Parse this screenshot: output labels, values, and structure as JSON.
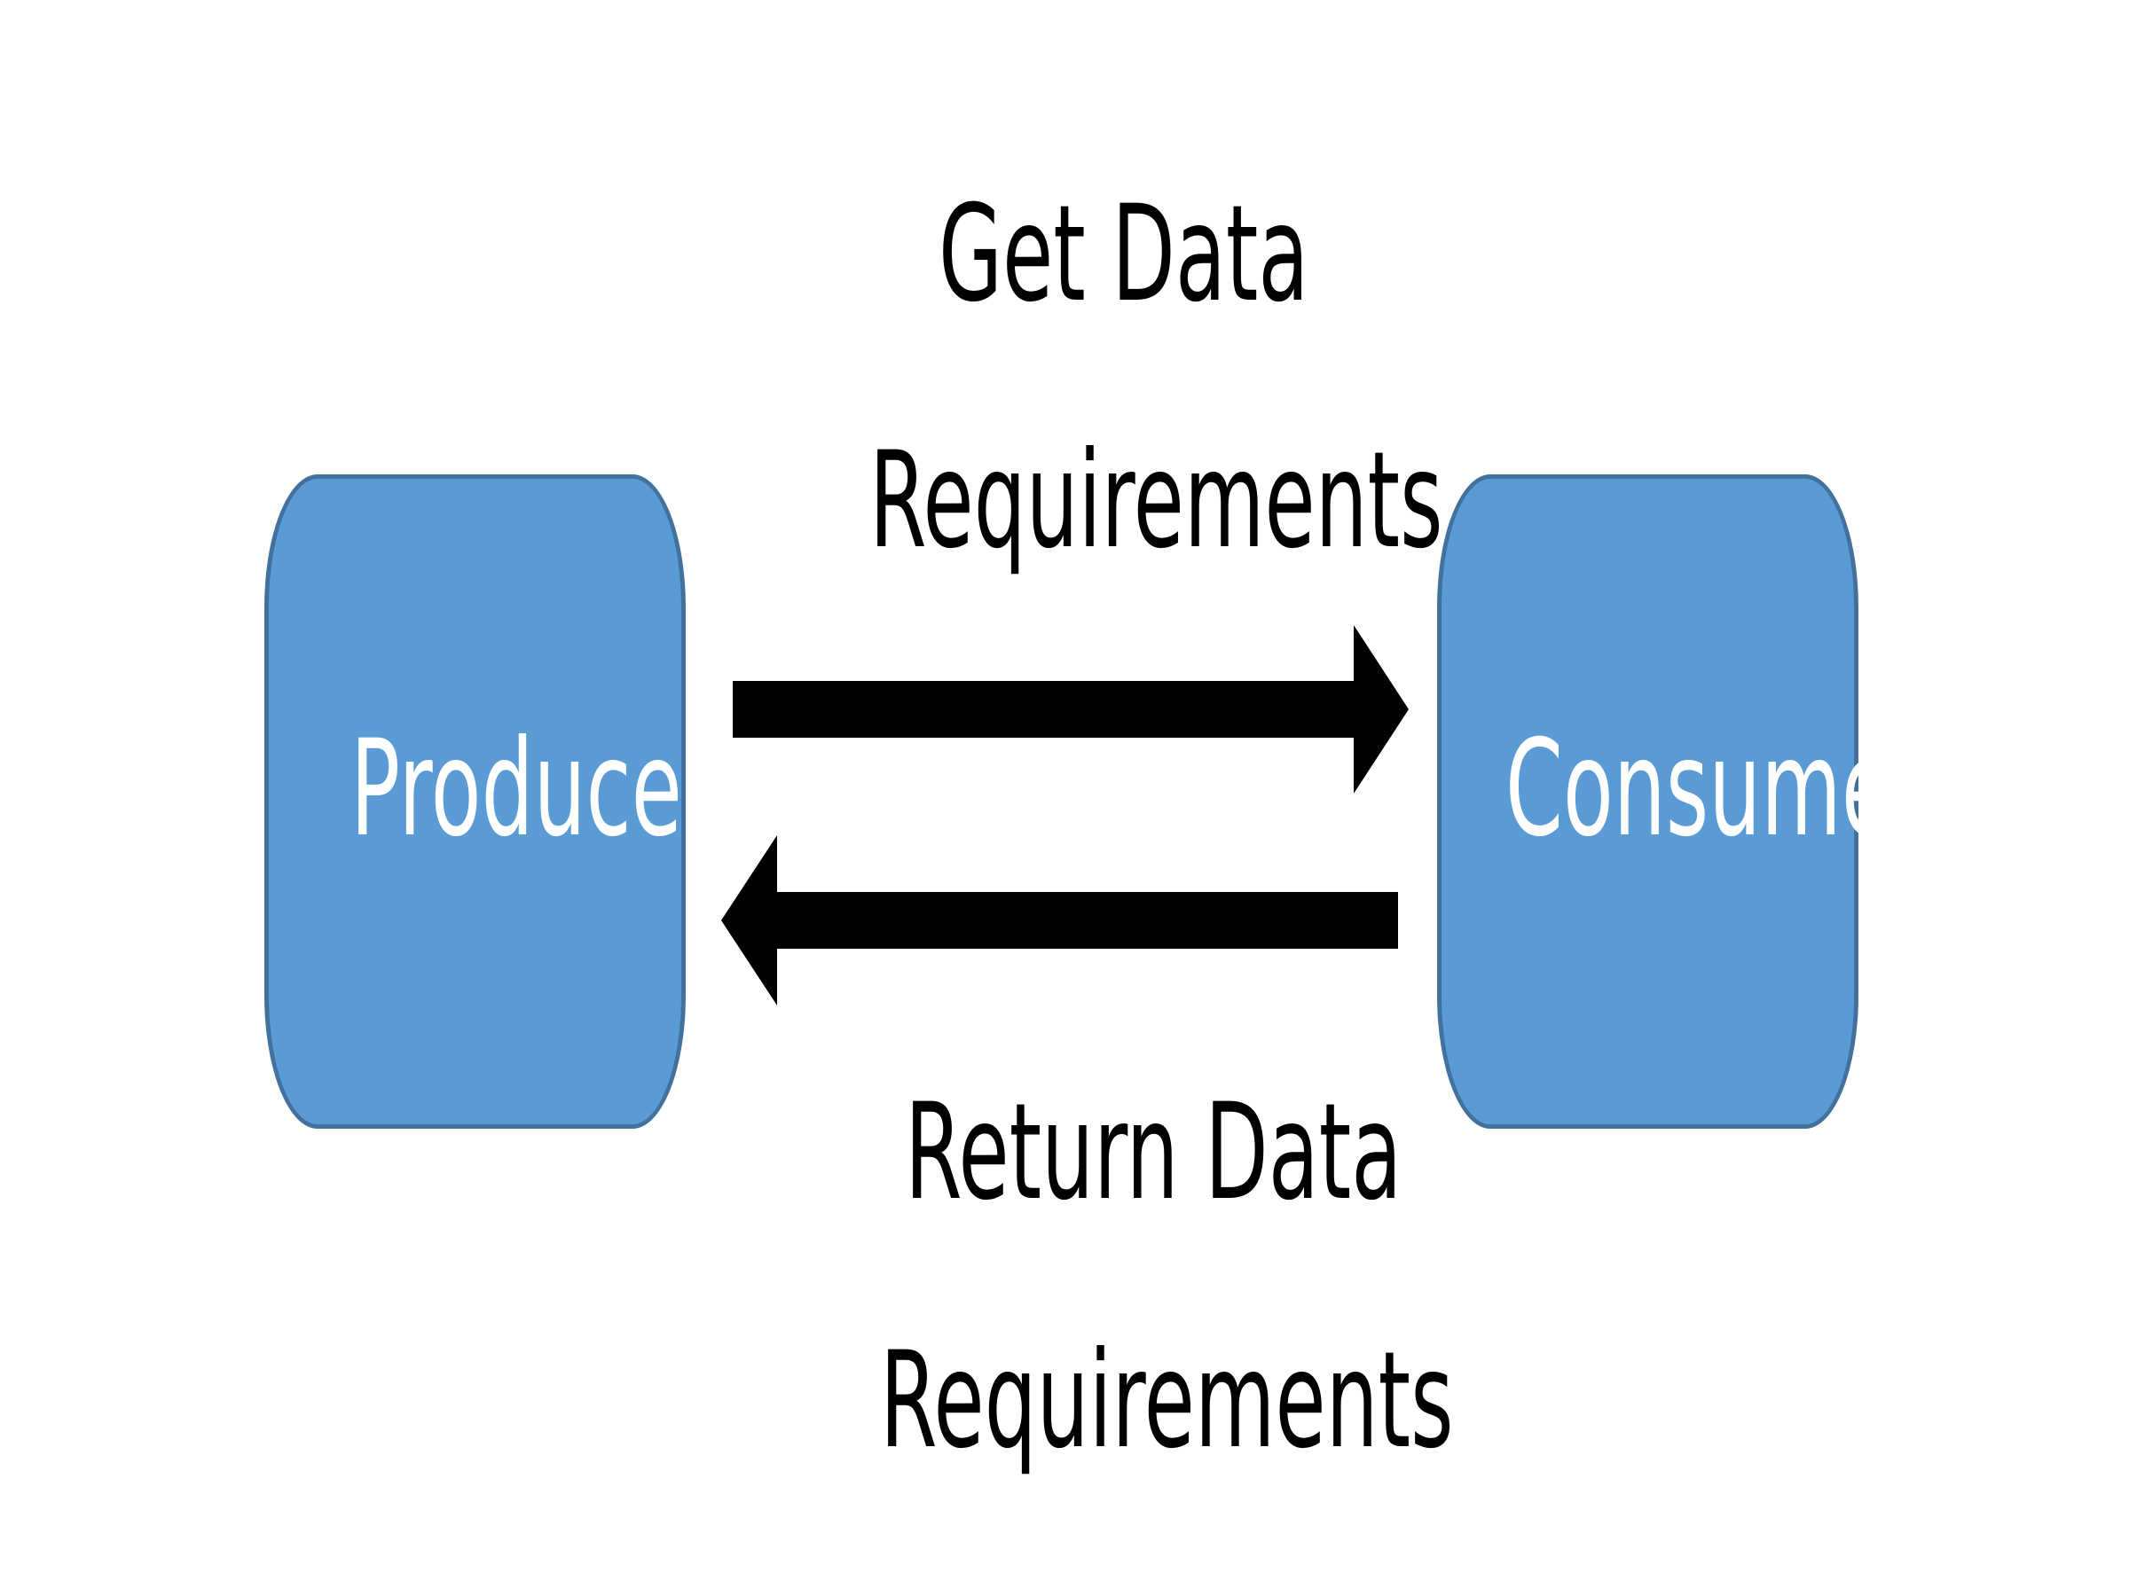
{
  "nodes": {
    "producer": "Producer",
    "consumer": "Consumer"
  },
  "edges": {
    "top_label_line1": "Get Data",
    "top_label_line2": "Requirements",
    "bottom_label_line1": "Return Data",
    "bottom_label_line2": "Requirements"
  },
  "colors": {
    "box_fill": "#5b9bd5",
    "box_border": "#41719c",
    "arrow": "#000000",
    "box_text": "#ffffff",
    "label_text": "#000000"
  }
}
